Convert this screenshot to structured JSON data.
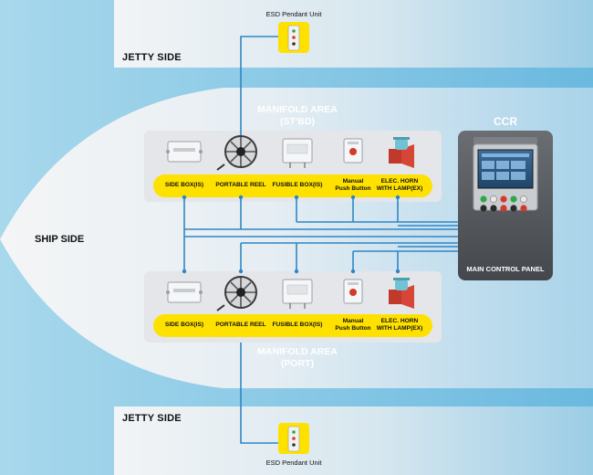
{
  "jetty_top": {
    "label": "JETTY SIDE"
  },
  "jetty_bottom": {
    "label": "JETTY SIDE"
  },
  "esd_top": {
    "label": "ESD Pendant Unit"
  },
  "esd_bottom": {
    "label": "ESD Pendant Unit"
  },
  "ship": {
    "label": "SHIP SIDE"
  },
  "manifold_stbd": {
    "title_line1": "MANIFOLD AREA",
    "title_line2": "(ST'BD)"
  },
  "manifold_port": {
    "title_line1": "MANIFOLD AREA",
    "title_line2": "(PORT)"
  },
  "ccr": {
    "title": "CCR",
    "panel_label": "MAIN CONTROL PANEL"
  },
  "devices": {
    "side_box": "SIDE BOX(IS)",
    "portable_reel": "PORTABLE REEL",
    "fusible_box": "FUSIBLE BOX(IS)",
    "manual_push_button": "Manual\nPush Button",
    "elec_horn": "ELEC. HORN\nWITH LAMP(EX)"
  },
  "colors": {
    "sea": "#8ecce6",
    "jetty": "#e8eef2",
    "ship": "#f0f2f4",
    "manifold_box": "#e6e8ea",
    "pill": "#ffe100",
    "cable": "#2f86c6",
    "ccr_panel": "#5a5e62"
  }
}
